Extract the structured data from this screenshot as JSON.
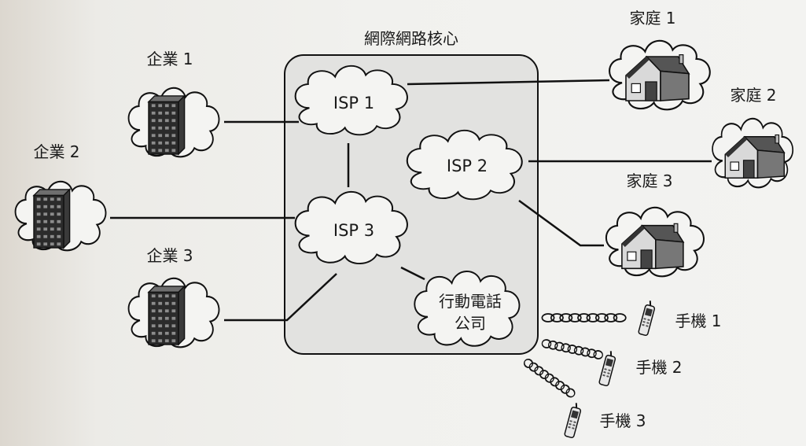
{
  "core": {
    "title": "網際網路核心"
  },
  "isps": [
    {
      "label": "ISP 1"
    },
    {
      "label": "ISP 2"
    },
    {
      "label": "ISP 3"
    }
  ],
  "mobile_carrier": {
    "line1": "行動電話",
    "line2": "公司"
  },
  "enterprises": [
    {
      "label": "企業 1"
    },
    {
      "label": "企業 2"
    },
    {
      "label": "企業 3"
    }
  ],
  "homes": [
    {
      "label": "家庭 1"
    },
    {
      "label": "家庭 2"
    },
    {
      "label": "家庭 3"
    }
  ],
  "phones": [
    {
      "label": "手機 1"
    },
    {
      "label": "手機 2"
    },
    {
      "label": "手機 3"
    }
  ]
}
